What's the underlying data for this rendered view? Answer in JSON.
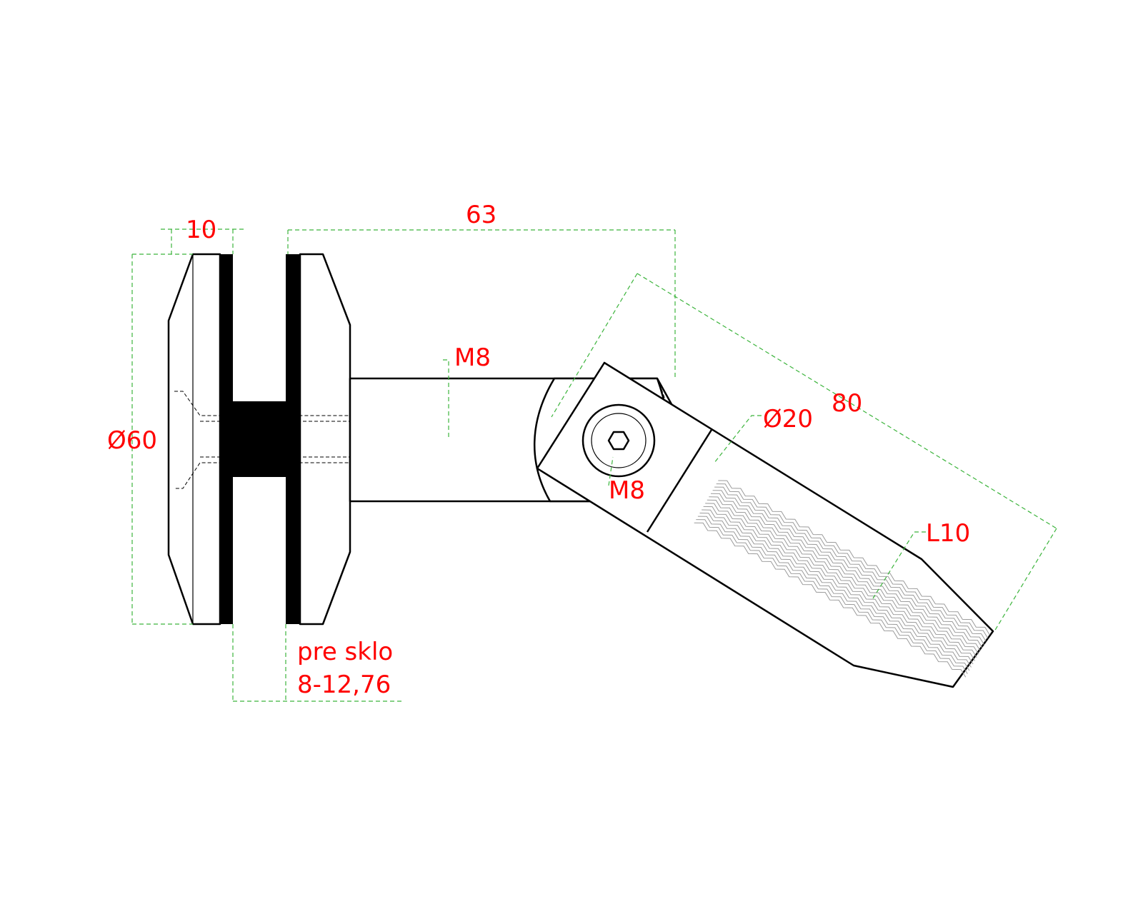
{
  "colors": {
    "dimension_text": "#ff0000",
    "dimension_line": "#3cb43c",
    "outline": "#000000",
    "gasket": "#000000"
  },
  "labels": {
    "thickness": "10",
    "length_63": "63",
    "diameter_60": "Ø60",
    "thread_m8_top": "M8",
    "thread_m8_screw": "M8",
    "diameter_20": "Ø20",
    "length_80": "80",
    "thread_l10": "L10",
    "glass_line1": "pre sklo",
    "glass_line2": "8-12,76"
  },
  "icons": {
    "hex_socket": "hex-socket-icon"
  }
}
